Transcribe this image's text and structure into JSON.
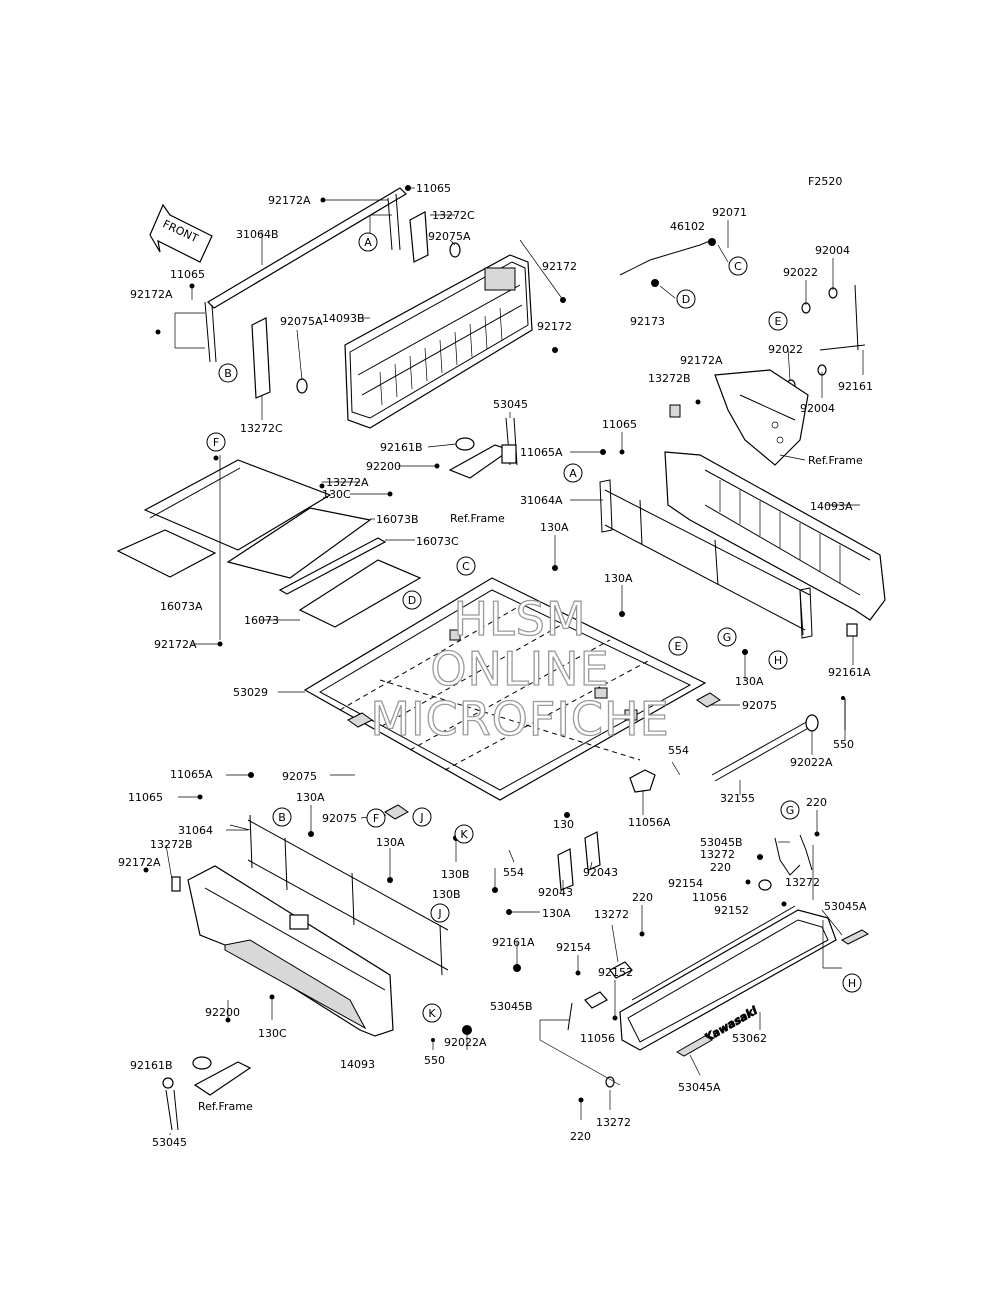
{
  "diagram_id": "F2520",
  "front_arrow": "FRONT",
  "watermark": [
    "HLSM",
    "ONLINE",
    "MICROFICHE"
  ],
  "brand_text": "Kawasaki",
  "ref_frame": "Ref.Frame",
  "part_labels": {
    "p92172A_1": "92172A",
    "p11065_1": "11065",
    "p13272C_1": "13272C",
    "p31064B": "31064B",
    "p92075A_1": "92075A",
    "p11065_2": "11065",
    "p92172A_2": "92172A",
    "p92075A_2": "92075A",
    "p13272C_2": "13272C",
    "p14093B": "14093B",
    "p92172_1": "92172",
    "p92172_2": "92172",
    "p46102": "46102",
    "p92071": "92071",
    "p92173": "92173",
    "p92004_1": "92004",
    "p92022_1": "92022",
    "p92022_2": "92022",
    "p92004_2": "92004",
    "p92161": "92161",
    "p92172A_3": "92172A",
    "p13272B_1": "13272B",
    "p53045_1": "53045",
    "p92161B_1": "92161B",
    "p92200_1": "92200",
    "p13272A": "13272A",
    "p130C_1": "130C",
    "p16073B": "16073B",
    "p16073C": "16073C",
    "p16073A": "16073A",
    "p16073": "16073",
    "p92172A_4": "92172A",
    "p11065_3": "11065",
    "p11065A_1": "11065A",
    "p31064A": "31064A",
    "p14093A": "14093A",
    "p130A_1": "130A",
    "p130A_2": "130A",
    "p130A_3": "130A",
    "p92161A_1": "92161A",
    "p53029": "53029",
    "p92075_1": "92075",
    "p550_1": "550",
    "p92022A_1": "92022A",
    "p92075_2": "92075",
    "p554_1": "554",
    "p32155": "32155",
    "p11065A_2": "11065A",
    "p11065_4": "11065",
    "p31064": "31064",
    "p13272B_2": "13272B",
    "p92172A_5": "92172A",
    "p130A_4": "130A",
    "p130A_5": "130A",
    "p92075_3": "92075",
    "p130B_1": "130B",
    "p130B_2": "130B",
    "p554_2": "554",
    "p130_1": "130",
    "p11056A": "11056A",
    "p92043_1": "92043",
    "p92043_2": "92043",
    "p130A_6": "130A",
    "p220_1": "220",
    "p53045B_1": "53045B",
    "p13272_1": "13272",
    "p220_2": "220",
    "p13272_2": "13272",
    "p92154_1": "92154",
    "p11056_1": "11056",
    "p92152_1": "92152",
    "p53045A_1": "53045A",
    "p13272_3": "13272",
    "p220_3": "220",
    "p92154_2": "92154",
    "p92152_2": "92152",
    "p92161A_2": "92161A",
    "p53045B_2": "53045B",
    "p11056_2": "11056",
    "p53062": "53062",
    "p92200_2": "92200",
    "p92161B_2": "92161B",
    "p130C_2": "130C",
    "p14093": "14093",
    "p550_2": "550",
    "p92022A_2": "92022A",
    "p53045_2": "53045",
    "p53045A_2": "53045A",
    "p220_4": "220",
    "p13272_4": "13272"
  },
  "callouts": {
    "A1": "A",
    "B1": "B",
    "C1": "C",
    "D1": "D",
    "E1": "E",
    "F1": "F",
    "A2": "A",
    "C2": "C",
    "D2": "D",
    "E2": "E",
    "G1": "G",
    "H1": "H",
    "F2": "F",
    "J1": "J",
    "K1": "K",
    "B2": "B",
    "G2": "G",
    "J2": "J",
    "K2": "K",
    "H2": "H"
  }
}
